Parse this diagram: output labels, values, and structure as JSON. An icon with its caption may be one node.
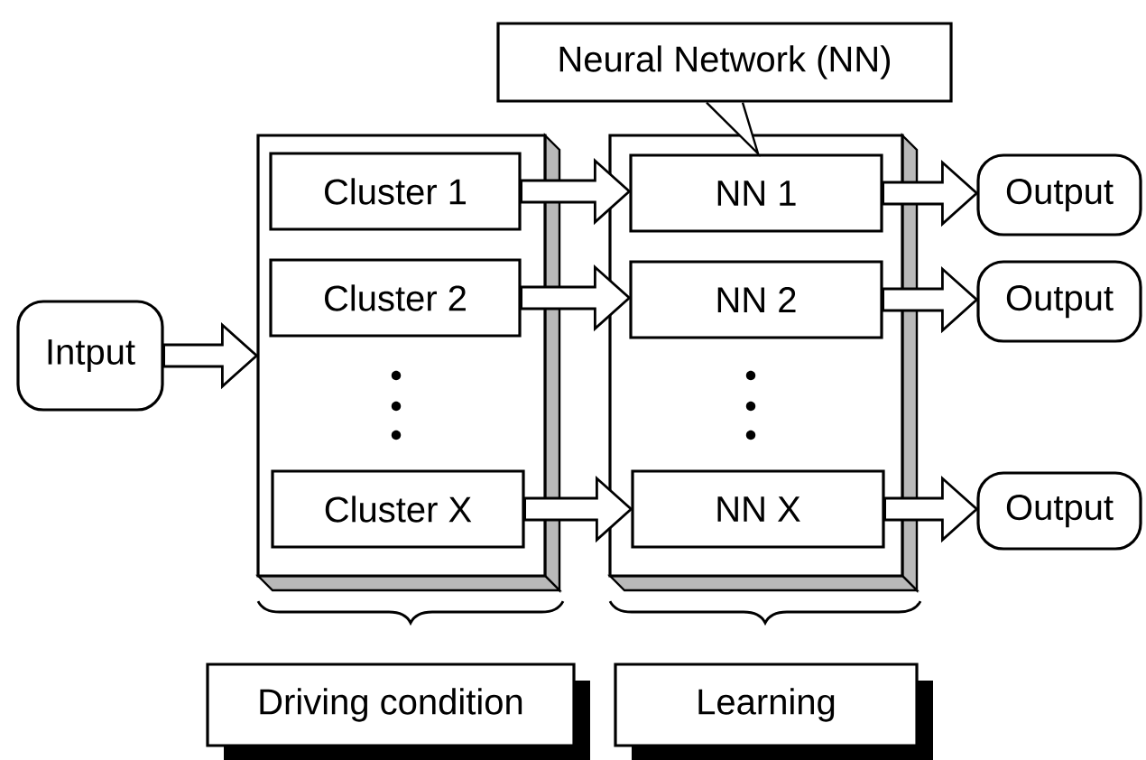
{
  "diagram": {
    "nodes": [
      {
        "text": [
          "Intput"
        ]
      },
      {
        "text": [],
        "shape": "box"
      },
      {
        "text": [
          "Cluster 1"
        ],
        "in": 1
      },
      {
        "text": [
          "Cluster 2"
        ],
        "in": 1
      },
      {
        "text": [
          "Cluster X"
        ],
        "in": 1
      },
      {
        "text": [],
        "shape": "box"
      },
      {
        "text": [
          "NN 1"
        ],
        "in": 5
      },
      {
        "text": [
          "NN 2"
        ],
        "in": 5
      },
      {
        "text": [
          "NN X"
        ],
        "in": 5
      },
      {
        "text": [
          "Neural Network (NN)"
        ]
      },
      {
        "text": [
          "Output"
        ]
      },
      {
        "text": [
          "Output"
        ]
      },
      {
        "text": [
          "Output"
        ]
      },
      {
        "text": [
          "Driving condition"
        ]
      },
      {
        "text": [
          "Learning"
        ]
      }
    ],
    "edges": [
      {
        "from": 0,
        "to": 1,
        "arrow": "to"
      },
      {
        "from": 2,
        "to": 6,
        "arrow": "to"
      },
      {
        "from": 3,
        "to": 7,
        "arrow": "to"
      },
      {
        "from": 4,
        "to": 8,
        "arrow": "to"
      },
      {
        "from": 6,
        "to": 10,
        "arrow": "to"
      },
      {
        "from": 7,
        "to": 11,
        "arrow": "to"
      },
      {
        "from": 8,
        "to": 12,
        "arrow": "to"
      }
    ]
  }
}
